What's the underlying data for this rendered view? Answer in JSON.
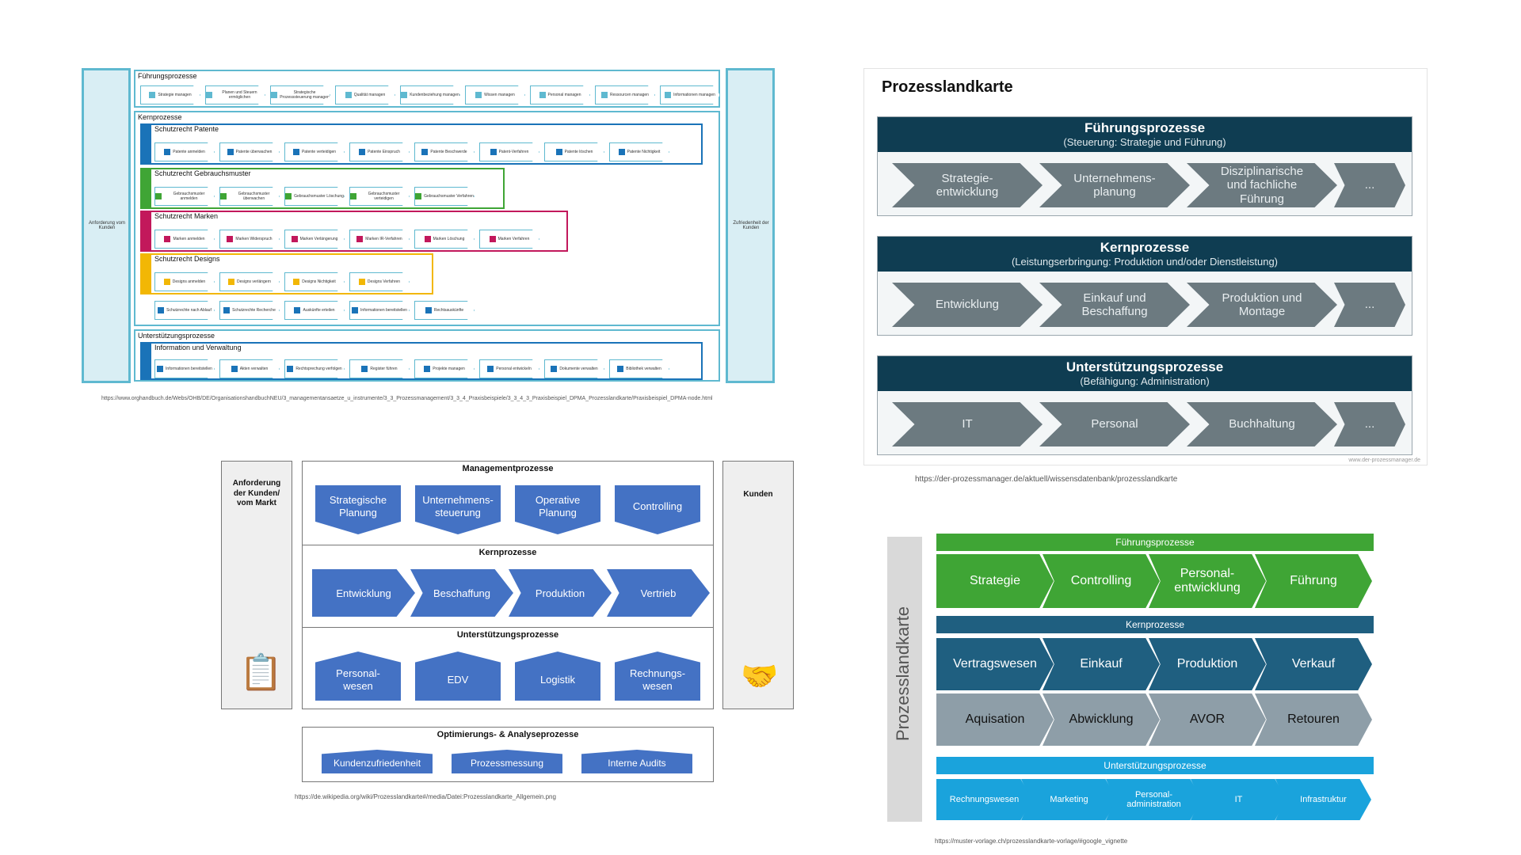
{
  "panel_a": {
    "fuehrung_title": "Führungsprozesse",
    "kern_title": "Kernprozesse",
    "unterstuetzung_title": "Unterstützungsprozesse",
    "left_side": "Anforderung vom Kunden",
    "right_side": "Zufriedenheit der Kunden",
    "fuehrung_items": [
      "Strategie managen",
      "Planen und Steuern ermöglichen",
      "Strategische Prozesssteuerung managen",
      "Qualität managen",
      "Kundenbeziehung managen",
      "Wissen managen",
      "Personal managen",
      "Ressourcen managen",
      "Informationen managen"
    ],
    "sub_patente": "Schutzrecht Patente",
    "patente_items": [
      "Patente anmelden",
      "Patente überwachen",
      "Patente verteidigen",
      "Patente Einspruch",
      "Patente Beschwerde",
      "Patent-Verfahren",
      "Patente löschen",
      "Patente Nichtigkeit"
    ],
    "sub_gebrauchsmuster": "Schutzrecht Gebrauchsmuster",
    "gebrauchsmuster_items": [
      "Gebrauchsmuster anmelden",
      "Gebrauchsmuster überwachen",
      "Gebrauchsmuster Löschung",
      "Gebrauchsmuster verteidigen",
      "Gebrauchsmuster Verfahren"
    ],
    "sub_marken": "Schutzrecht Marken",
    "marken_items": [
      "Marken anmelden",
      "Marken Widerspruch",
      "Marken Verlängerung",
      "Marken IR-Verfahren",
      "Marken Löschung",
      "Marken Verfahren"
    ],
    "sub_designs": "Schutzrecht Designs",
    "designs_items": [
      "Designs anmelden",
      "Designs verlängern",
      "Designs Nichtigkeit",
      "Designs Verfahren"
    ],
    "sonst_items": [
      "Schutzrechte nach Ablauf",
      "Schutzrechte Recherche",
      "Auskünfte erteilen",
      "Informationen bereitstellen",
      "Rechtsauskünfte"
    ],
    "sub_info": "Information und Verwaltung",
    "info_items": [
      "Informationen bereitstellen",
      "Akten verwalten",
      "Rechtsprechung verfolgen",
      "Register führen",
      "Projekte managen",
      "Personal entwickeln",
      "Dokumente verwalten",
      "Bibliothek verwalten"
    ],
    "url": "https://www.orghandbuch.de/Webs/OHB/DE/OrganisationshandbuchNEU/3_managementansaetze_u_instrumente/3_3_Prozessmanagement/3_3_4_Praxisbeispiele/3_3_4_3_Praxisbeispiel_DPMA_Prozesslandkarte/Praxisbeispiel_DPMA-node.html"
  },
  "panel_b": {
    "title": "Prozesslandkarte",
    "groups": [
      {
        "title": "Führungsprozesse",
        "subtitle": "(Steuerung: Strategie und Führung)",
        "items": [
          "Strategie-\nentwicklung",
          "Unternehmens-\nplanung",
          "Disziplinarische\nund fachliche\nFührung",
          "..."
        ]
      },
      {
        "title": "Kernprozesse",
        "subtitle": "(Leistungserbringung: Produktion und/oder Dienstleistung)",
        "items": [
          "Entwicklung",
          "Einkauf und\nBeschaffung",
          "Produktion und\nMontage",
          "..."
        ]
      },
      {
        "title": "Unterstützungsprozesse",
        "subtitle": "(Befähigung: Administration)",
        "items": [
          "IT",
          "Personal",
          "Buchhaltung",
          "..."
        ]
      }
    ],
    "watermark": "www.der-prozessmanager.de",
    "url": "https://der-prozessmanager.de/aktuell/wissensdatenbank/prozesslandkarte"
  },
  "panel_c": {
    "left_label": "Anforderung\nder Kunden/\nvom Markt",
    "right_label": "Kunden",
    "management_title": "Managementprozesse",
    "management_items": [
      "Strategische\nPlanung",
      "Unternehmens-\nsteuerung",
      "Operative\nPlanung",
      "Controlling"
    ],
    "kern_title": "Kernprozesse",
    "kern_items": [
      "Entwicklung",
      "Beschaffung",
      "Produktion",
      "Vertrieb"
    ],
    "support_title": "Unterstützungsprozesse",
    "support_items": [
      "Personal-\nwesen",
      "EDV",
      "Logistik",
      "Rechnungs-\nwesen"
    ],
    "opt_title": "Optimierungs- & Analyseprozesse",
    "opt_items": [
      "Kundenzufriedenheit",
      "Prozessmessung",
      "Interne Audits"
    ],
    "url": "https://de.wikipedia.org/wiki/Prozesslandkarte#/media/Datei:Prozesslandkarte_Allgemein.png"
  },
  "panel_d": {
    "side_label": "Prozesslandkarte",
    "fuehrung_title": "Führungsprozesse",
    "fuehrung_items": [
      "Strategie",
      "Controlling",
      "Personal-\nentwicklung",
      "Führung"
    ],
    "kern_title": "Kernprozesse",
    "kern_items_1": [
      "Vertragswesen",
      "Einkauf",
      "Produktion",
      "Verkauf"
    ],
    "kern_items_2": [
      "Aquisation",
      "Abwicklung",
      "AVOR",
      "Retouren"
    ],
    "support_title": "Unterstützungsprozesse",
    "support_items": [
      "Rechnungswesen",
      "Marketing",
      "Personal-\nadministration",
      "IT",
      "Infrastruktur"
    ],
    "url": "https://muster-vorlage.ch/prozesslandkarte-vorlage/#google_vignette"
  },
  "colors": {
    "teal": "#5fb9d0",
    "navy": "#0f3d52",
    "slate": "#6c7a80",
    "blue": "#4472c4",
    "green": "#3fa535",
    "darkblue": "#1f5f80",
    "grey": "#8e9ea8",
    "cyan": "#1aa3dc",
    "magenta": "#c2185b",
    "amber": "#f2b705"
  }
}
